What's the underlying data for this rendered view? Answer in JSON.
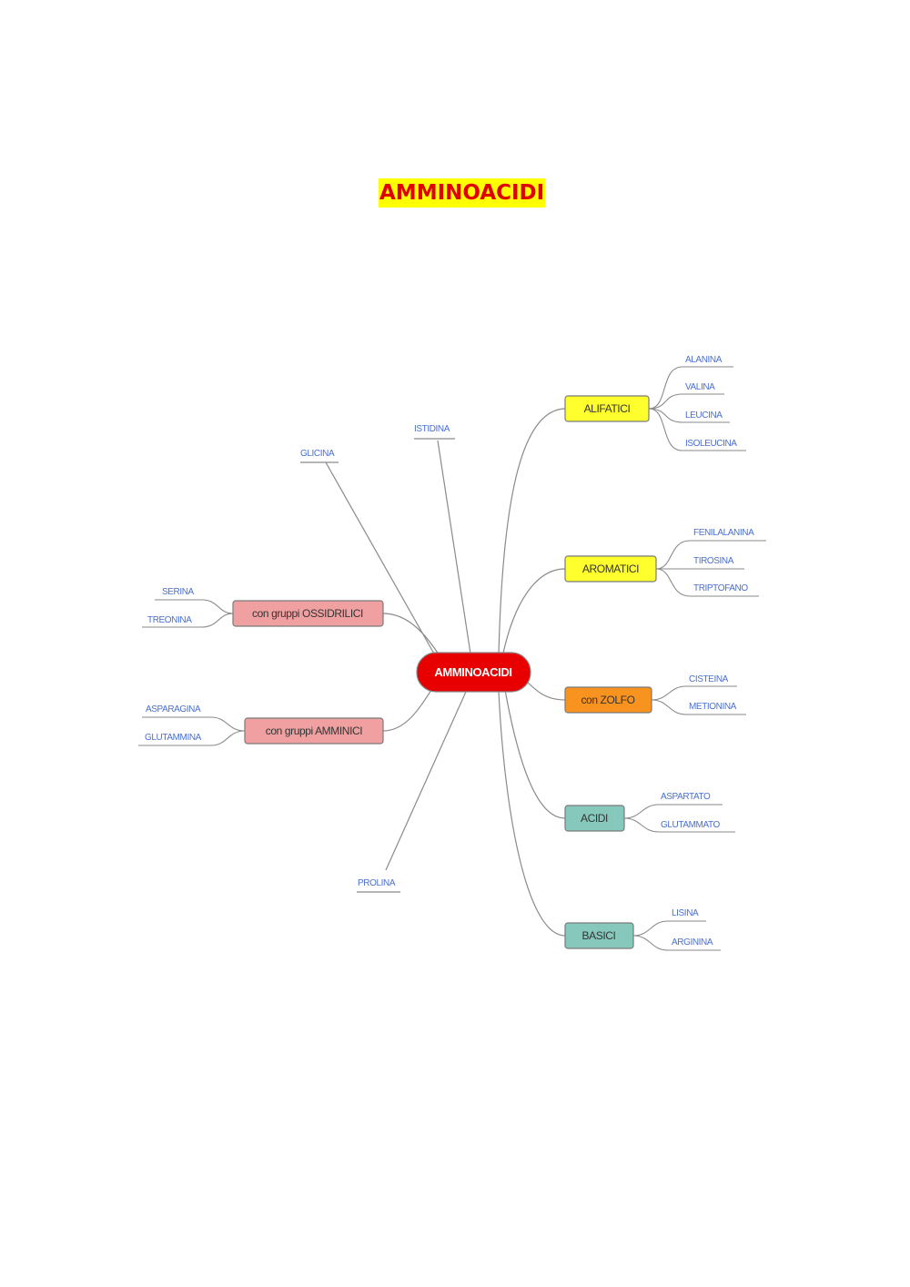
{
  "page": {
    "title": "AMMINOACIDI"
  },
  "diagram": {
    "center": {
      "label": "AMMINOACIDI",
      "color": "#e80000"
    },
    "groups": [
      {
        "id": "alifatici",
        "label": "ALIFATICI",
        "color": "#ffff2e",
        "leaves": [
          "ALANINA",
          "VALINA",
          "LEUCINA",
          "ISOLEUCINA"
        ]
      },
      {
        "id": "aromatici",
        "label": "AROMATICI",
        "color": "#ffff2e",
        "leaves": [
          "FENILALANINA",
          "TIROSINA",
          "TRIPTOFANO"
        ]
      },
      {
        "id": "zolfo",
        "label": "con ZOLFO",
        "color": "#f8931f",
        "leaves": [
          "CISTEINA",
          "METIONINA"
        ]
      },
      {
        "id": "acidi",
        "label": "ACIDI",
        "color": "#86c9bc",
        "leaves": [
          "ASPARTATO",
          "GLUTAMMATO"
        ]
      },
      {
        "id": "basici",
        "label": "BASICI",
        "color": "#86c9bc",
        "leaves": [
          "LISINA",
          "ARGININA"
        ]
      },
      {
        "id": "ossidrilici",
        "label": "con gruppi OSSIDRILICI",
        "color": "#f0a0a0",
        "leaves": [
          "SERINA",
          "TREONINA"
        ]
      },
      {
        "id": "amminici",
        "label": "con gruppi  AMMINICI",
        "color": "#f0a0a0",
        "leaves": [
          "ASPARAGINA",
          "GLUTAMMINA"
        ]
      }
    ],
    "direct_leaves": [
      "GLICINA",
      "ISTIDINA",
      "PROLINA"
    ],
    "colors": {
      "line": "#8a8a8a",
      "leaf_text": "#4a6fd1",
      "node_border": "#7a7a7a"
    }
  }
}
